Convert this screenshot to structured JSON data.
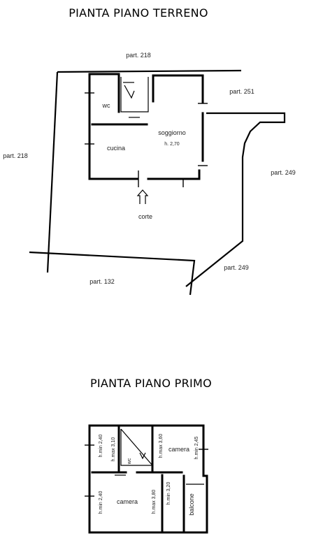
{
  "ground_floor": {
    "title": "PIANTA PIANO TERRENO",
    "parcels": {
      "north": "part. 218",
      "west": "part. 218",
      "northeast": "part. 251",
      "east": "part. 249",
      "southeast": "part. 249",
      "south": "part. 132"
    },
    "rooms": {
      "wc": "wc",
      "cucina": "cucina",
      "soggiorno": "soggiorno",
      "height": "h. 2,70",
      "corte": "corte"
    }
  },
  "first_floor": {
    "title": "PIANTA PIANO PRIMO",
    "rooms": {
      "wc": "wc",
      "camera_nord": "camera",
      "camera_sud": "camera",
      "balcone": "balcone"
    },
    "heights": {
      "hmin_240_a": "h.min 2,40",
      "hmax_310": "h.max 3,10",
      "hmax_360": "h.max 3,60",
      "hmin_245": "h.min 2,45",
      "hmin_240_b": "h.min 2,40",
      "hmax_380": "h.max 3,80",
      "hmin_320": "h.min 3,20"
    }
  }
}
